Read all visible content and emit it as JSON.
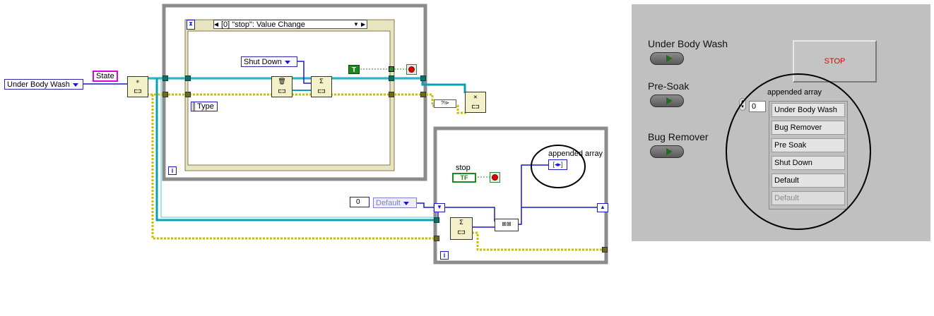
{
  "diagram": {
    "state_enum": "Under Body Wash",
    "state_label": "State",
    "event_case": "[0] \"stop\": Value Change",
    "shutdown_enum": "Shut Down",
    "type_label": "Type",
    "true_const": "T",
    "loop_iter": "i",
    "stop_label": "stop",
    "stop_const": "TF",
    "index_const": "0",
    "default_enum": "Default",
    "appended_label": "appended array",
    "queue_icon": "queue-icon",
    "release_icon": "release-queue-icon",
    "colors": {
      "wire_blue": "#1a1ac8",
      "wire_teal": "#0aa0b4",
      "wire_yellow": "#c8c000",
      "loop_border": "#888888"
    }
  },
  "panel": {
    "buttons": [
      {
        "label": "Under Body Wash"
      },
      {
        "label": "Pre-Soak"
      },
      {
        "label": "Bug Remover"
      }
    ],
    "stop_label": "STOP",
    "array_label": "appended array",
    "array_index": "0",
    "array_items": [
      "Under Body Wash",
      "Bug Remover",
      "Pre Soak",
      "Shut Down",
      "Default",
      "Default"
    ]
  }
}
